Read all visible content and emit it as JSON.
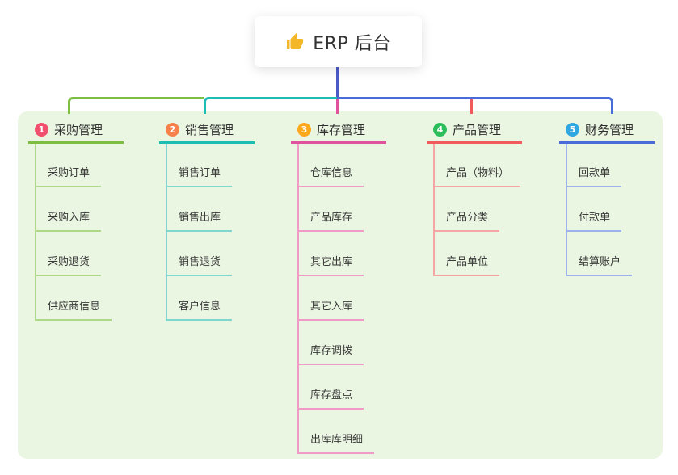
{
  "root": {
    "label": "ERP 后台",
    "icon": "thumbs-up-icon"
  },
  "branches": [
    {
      "number": "1",
      "title": "采购管理",
      "color": "#7CBE41",
      "light_color": "#ADD887",
      "badge_color": "#F0506E",
      "items": [
        "采购订单",
        "采购入库",
        "采购退货",
        "供应商信息"
      ]
    },
    {
      "number": "2",
      "title": "销售管理",
      "color": "#1EBDB2",
      "light_color": "#7FD8D0",
      "badge_color": "#F8814B",
      "items": [
        "销售订单",
        "销售出库",
        "销售退货",
        "客户信息"
      ]
    },
    {
      "number": "3",
      "title": "库存管理",
      "color": "#E0519E",
      "light_color": "#F09AC7",
      "badge_color": "#FBA81B",
      "items": [
        "仓库信息",
        "产品库存",
        "其它出库",
        "其它入库",
        "库存调拨",
        "库存盘点",
        "出库库明细"
      ]
    },
    {
      "number": "4",
      "title": "产品管理",
      "color": "#F05A5A",
      "light_color": "#F6A5A5",
      "badge_color": "#2EBD5B",
      "items": [
        "产品（物料）",
        "产品分类",
        "产品单位"
      ]
    },
    {
      "number": "5",
      "title": "财务管理",
      "color": "#4A6CD8",
      "light_color": "#9DB2EA",
      "badge_color": "#2FA7E0",
      "items": [
        "回款单",
        "付款单",
        "结算账户"
      ]
    }
  ],
  "colors": {
    "panel_bg": "#EAF6E2",
    "root_line": "#4A5BC8",
    "thumb_icon": "#F5B72A",
    "text": "#333333"
  }
}
